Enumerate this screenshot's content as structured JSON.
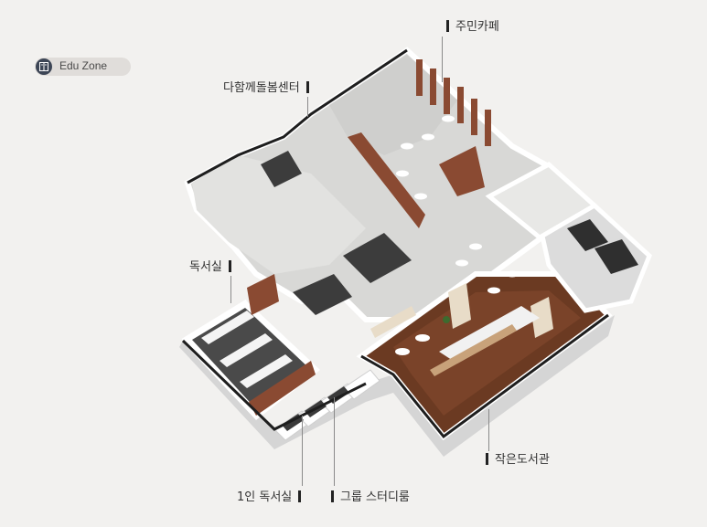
{
  "badge": {
    "text": "Edu Zone",
    "icon": "book-icon"
  },
  "labels": {
    "cafe": "주민카페",
    "care": "다함께돌봄센터",
    "reading": "독서실",
    "single": "1인 독서실",
    "group": "그룹 스터디룸",
    "library": "작은도서관"
  },
  "colors": {
    "background": "#f2f1ef",
    "wall": "#ffffff",
    "wall_side": "#d6d6d6",
    "wood_floor": "#6b3a22",
    "tile_floor": "#d9d9d7",
    "dark_room": "#3a3a3a",
    "brick": "#8a4a32",
    "badge_icon": "#3d4656"
  }
}
